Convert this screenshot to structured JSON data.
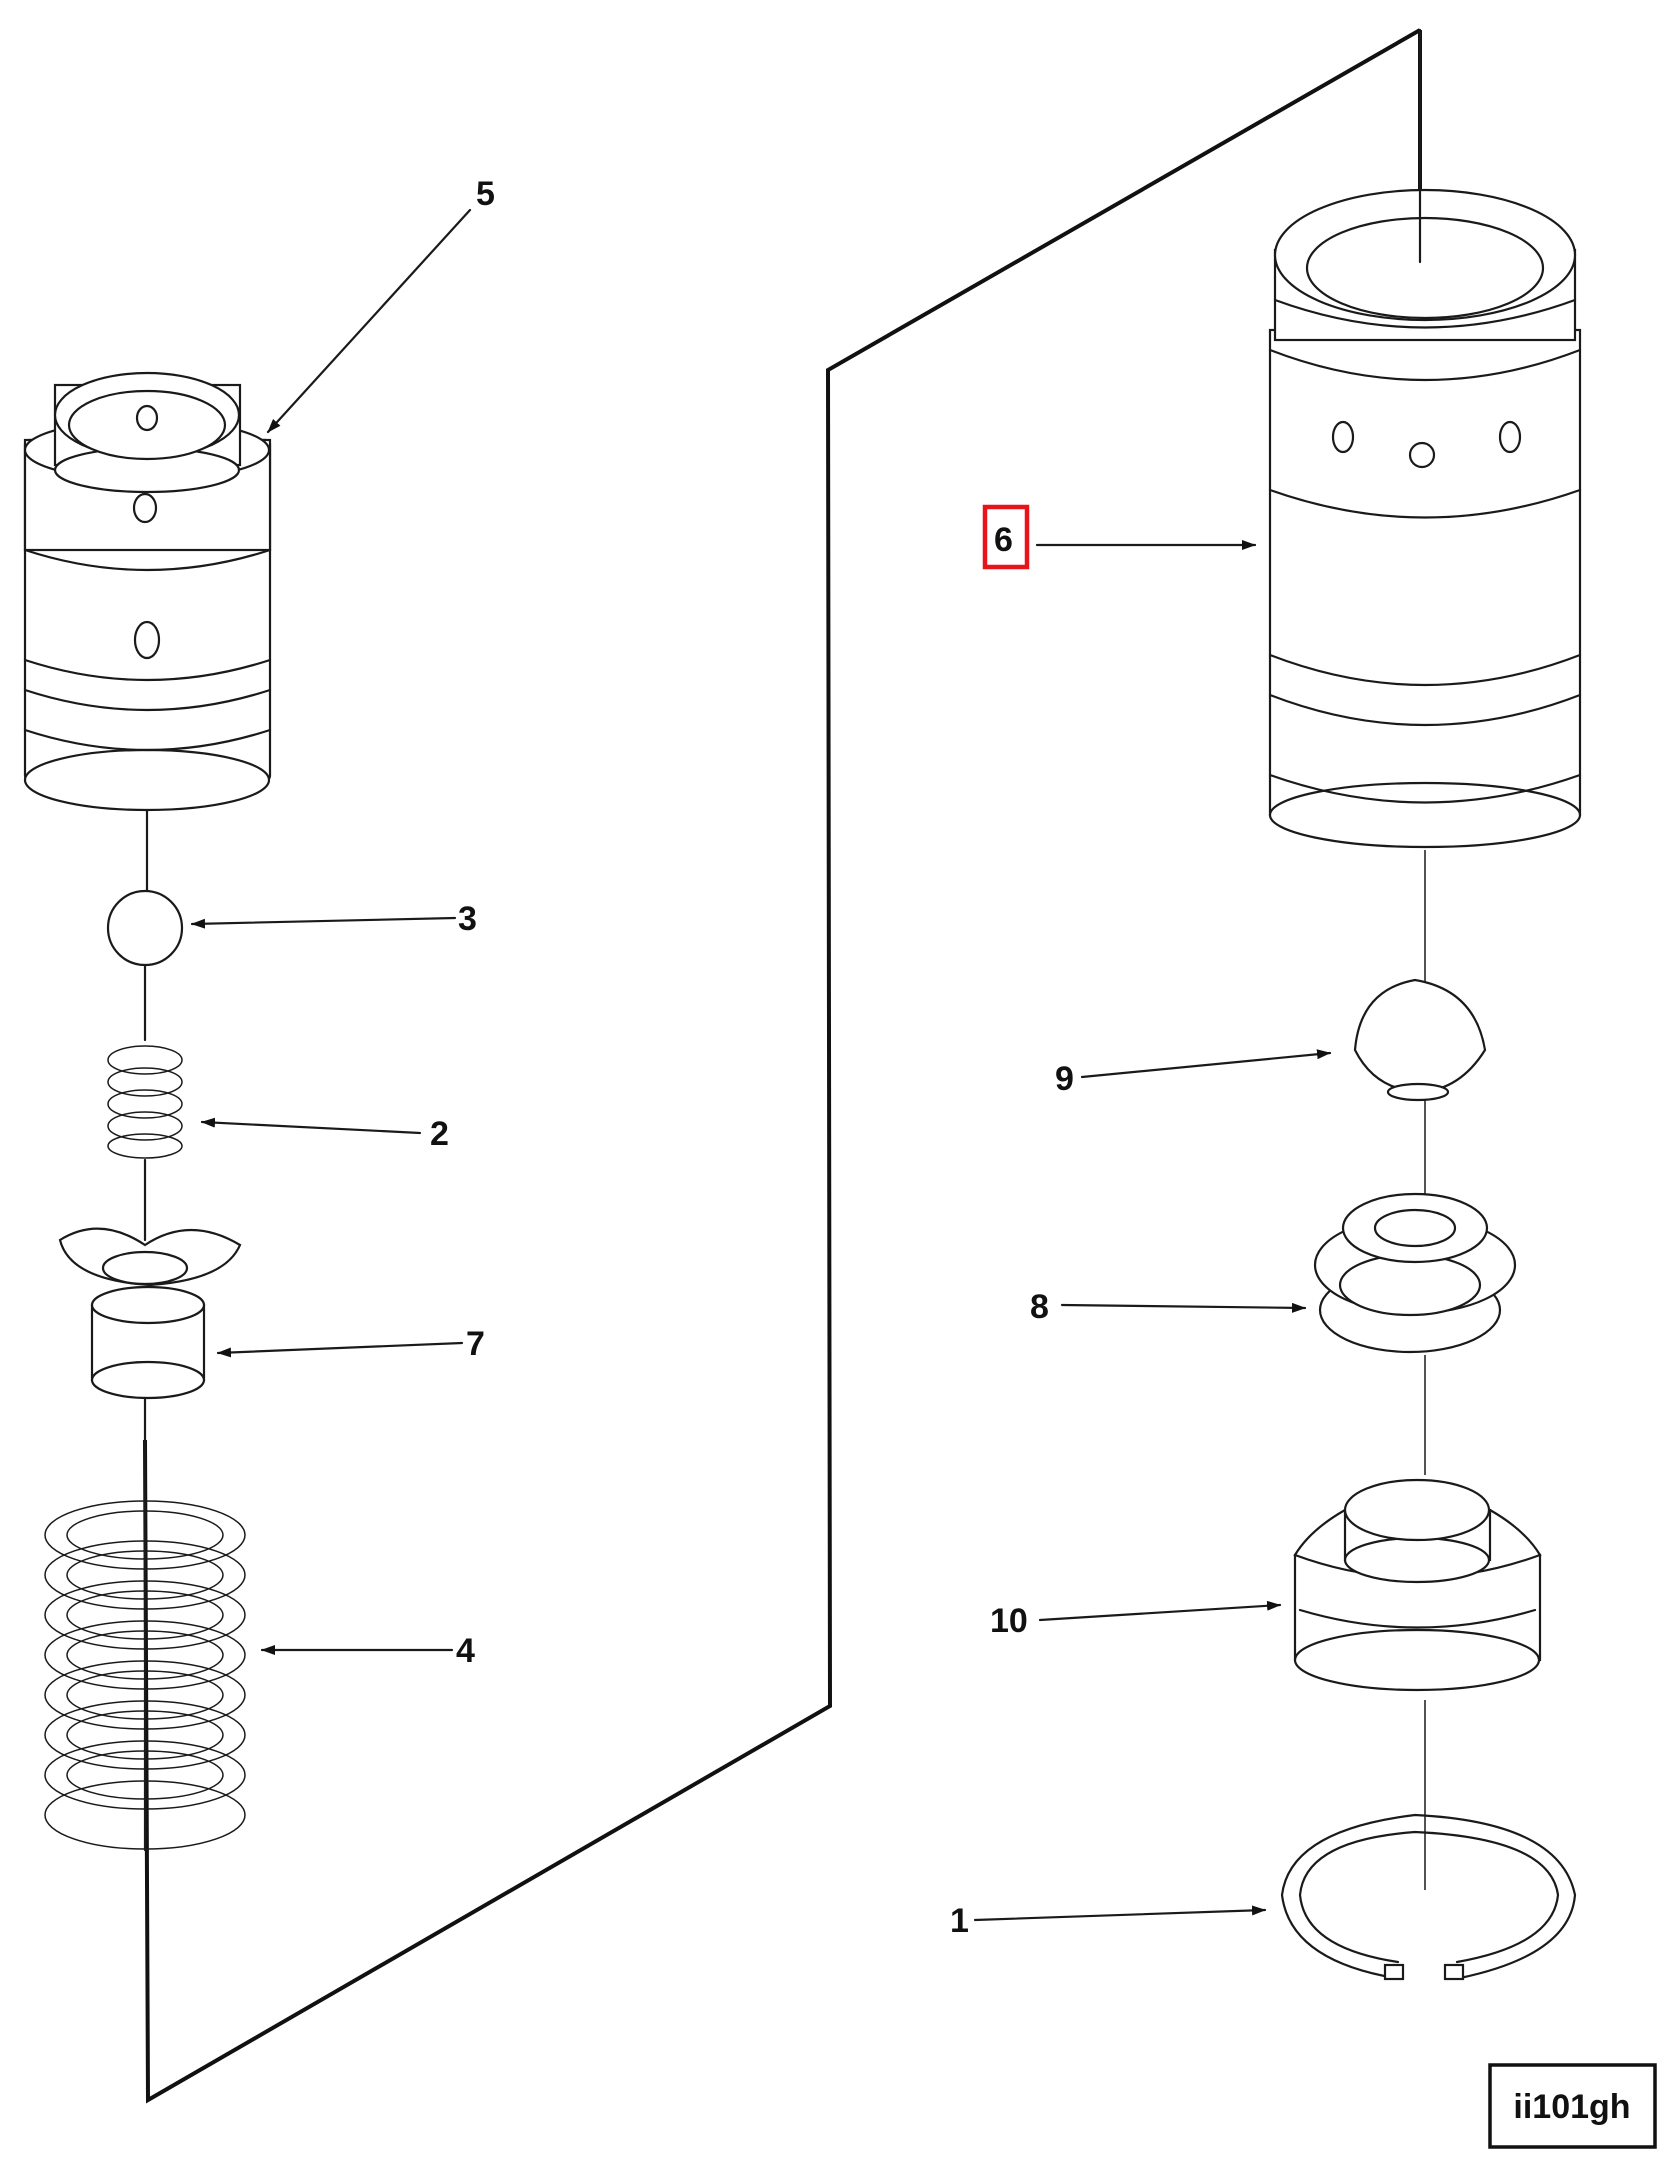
{
  "callouts": {
    "c1": "1",
    "c2": "2",
    "c3": "3",
    "c4": "4",
    "c5": "5",
    "c6": "6",
    "c7": "7",
    "c8": "8",
    "c9": "9",
    "c10": "10"
  },
  "highlighted_callout": "6",
  "highlight_color": "#e8141b",
  "figure_id": "ii101gh"
}
